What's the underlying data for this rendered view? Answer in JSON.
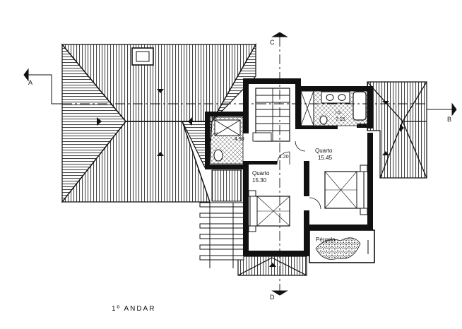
{
  "sheet_title": "1º ANDAR",
  "sections": {
    "a_mark": "A",
    "b_mark": "B",
    "c_mark": "C",
    "d_mark": "D"
  },
  "rooms": {
    "quarto_left_name": "Quarto",
    "quarto_left_area": "15.30",
    "quarto_right_name": "Quarto",
    "quarto_right_area": "15.45",
    "is_name": "i.s.",
    "is_area": "7.15",
    "wc_area": "4.90",
    "hall_area": "1.20",
    "pergola_name": "Pérgola"
  }
}
